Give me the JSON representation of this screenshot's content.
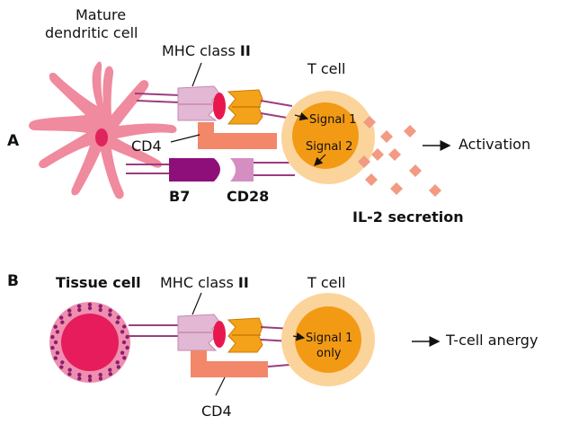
{
  "panel_a": {
    "letter": "A",
    "dc_label_line1": "Mature",
    "dc_label_line2": "dendritic cell",
    "mhc_label_prefix": "MHC class ",
    "mhc_label_roman": "II",
    "tcell_label": "T cell",
    "signal1": "Signal 1",
    "signal2": "Signal 2",
    "cd4": "CD4",
    "b7": "B7",
    "cd28": "CD28",
    "activation": "Activation",
    "il2": "IL-2 secretion"
  },
  "panel_b": {
    "letter": "B",
    "tissue_label": "Tissue cell",
    "mhc_label_prefix": "MHC class ",
    "mhc_label_roman": "II",
    "tcell_label": "T cell",
    "signal1_line1": "Signal 1",
    "signal1_line2": "only",
    "cd4": "CD4",
    "anergy": "T-cell anergy"
  },
  "colors": {
    "dendritic": "#f08a9e",
    "dendritic_nucleus": "#e0245e",
    "mhc": "#e2b8d4",
    "peptide": "#e8184f",
    "tcr": "#f4a21a",
    "cd4": "#f2876a",
    "b7": "#8e0f7a",
    "cd28": "#d58ec1",
    "tcell_outer": "#fbd49b",
    "tcell_inner": "#f39a14",
    "il2_diamond": "#f29a82",
    "tissue_outer": "#ee8fb0",
    "tissue_inner": "#e61c5c",
    "tissue_dots": "#8c1d6e",
    "link_line": "#9c3d7e"
  }
}
